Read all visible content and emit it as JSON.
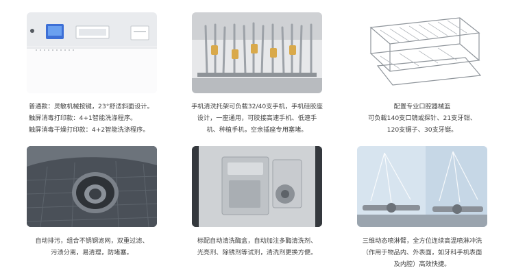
{
  "features": [
    {
      "image": "dishwasher-front-panel",
      "lines": [
        "普通款：灵敏机械按键，23°舒适斜面设计。",
        "触屏消毒打印款：4+1智能洗涤程序。",
        "触屏消毒干燥打印款：4+2智能洗涤程序。"
      ]
    },
    {
      "image": "handpiece-rack",
      "lines": [
        "手机清洗托架可负载32/40支手机，手机硅胶座",
        "设计，一座通用，可胶接高速手机、低速手",
        "机、种植手机，空余插座专用塞堵。"
      ]
    },
    {
      "image": "instrument-basket",
      "lines": [
        "配置专业口腔器械篮",
        "可负载140支口镜或探针、21支牙钳、",
        "120支镊子、30支牙铤。"
      ]
    },
    {
      "image": "drain-filter",
      "lines": [
        "自动排污，组合不锈钢滤网，双重过滤、",
        "污渍分离，易清理，防堵塞。"
      ]
    },
    {
      "image": "detergent-dispenser",
      "lines": [
        "标配自动清洗酶盒，自动加注多酶清洗剂、",
        "光亮剂、除锈剂等试剂，清洗剂更换方便。"
      ]
    },
    {
      "image": "spray-arm",
      "lines": [
        "三维动态喷淋臂，全方位连续高温喷淋冲洗",
        "（作用于物品内、外表面，如牙科手机表面",
        "及内腔）高效快捷。"
      ]
    }
  ]
}
